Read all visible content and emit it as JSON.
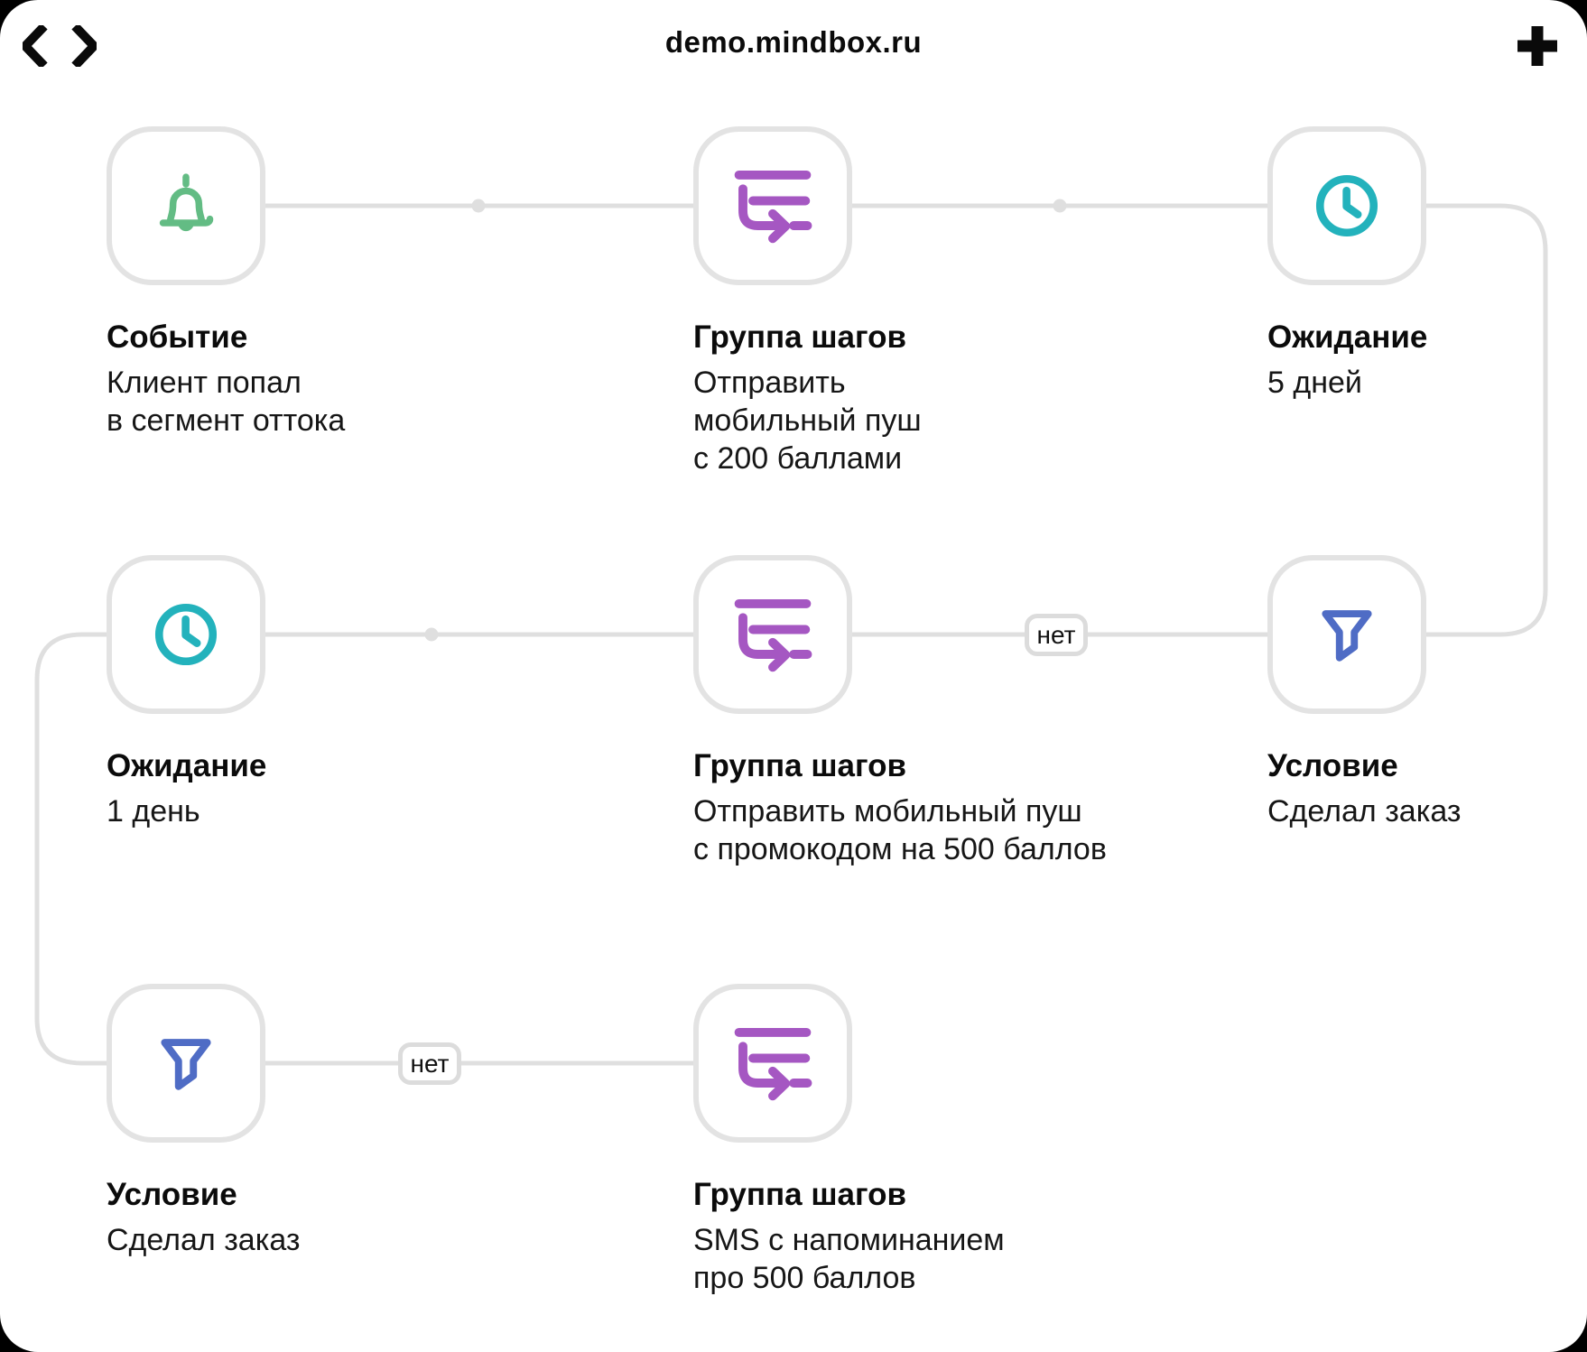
{
  "window": {
    "title": "demo.mindbox.ru",
    "back_icon": "chevron-left",
    "forward_icon": "chevron-right",
    "add_icon": "plus"
  },
  "colors": {
    "accent_green": "#63BC84",
    "accent_teal": "#23B2BC",
    "accent_purple": "#A557C2",
    "accent_blue": "#4F6CC5",
    "node_border": "#E3E3E3",
    "connector": "#DFDFDF",
    "text": "#111111"
  },
  "nodes": [
    {
      "id": "event",
      "icon": "bell-icon",
      "title": "Событие",
      "lines": [
        "Клиент попал",
        "в сегмент оттока"
      ]
    },
    {
      "id": "steps-1",
      "icon": "steps-group-icon",
      "title": "Группа шагов",
      "lines": [
        "Отправить",
        "мобильный пуш",
        "с 200 баллами"
      ]
    },
    {
      "id": "wait-5d",
      "icon": "clock-icon",
      "title": "Ожидание",
      "lines": [
        "5 дней"
      ]
    },
    {
      "id": "wait-1d",
      "icon": "clock-icon",
      "title": "Ожидание",
      "lines": [
        "1 день"
      ]
    },
    {
      "id": "steps-2",
      "icon": "steps-group-icon",
      "title": "Группа шагов",
      "lines": [
        "Отправить мобильный пуш",
        "с промокодом на 500 баллов"
      ]
    },
    {
      "id": "condition-1",
      "icon": "funnel-icon",
      "title": "Условие",
      "lines": [
        "Сделал заказ"
      ]
    },
    {
      "id": "condition-2",
      "icon": "funnel-icon",
      "title": "Условие",
      "lines": [
        "Сделал заказ"
      ]
    },
    {
      "id": "steps-3",
      "icon": "steps-group-icon",
      "title": "Группа шагов",
      "lines": [
        "SMS с напоминанием",
        "про 500 баллов"
      ]
    }
  ],
  "edges": [
    {
      "from": "event",
      "to": "steps-1"
    },
    {
      "from": "steps-1",
      "to": "wait-5d"
    },
    {
      "from": "wait-5d",
      "to": "condition-1"
    },
    {
      "from": "condition-1",
      "to": "steps-2",
      "label": "нет"
    },
    {
      "from": "steps-2",
      "to": "wait-1d"
    },
    {
      "from": "wait-1d",
      "to": "condition-2"
    },
    {
      "from": "condition-2",
      "to": "steps-3",
      "label": "нет"
    }
  ]
}
